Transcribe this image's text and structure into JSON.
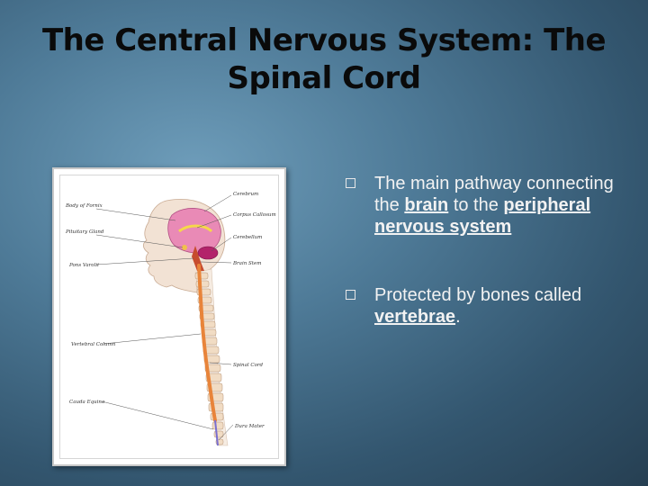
{
  "slide": {
    "title_line1": "The Central Nervous System: The",
    "title_line2": "Spinal Cord"
  },
  "figure": {
    "labels": {
      "body_of_fornix": "Body of Fornix",
      "pituitary_gland": "Pituitary Gland",
      "pons_varolii": "Pons Varolii",
      "vertebral_column": "Vertebral Column",
      "cauda_equina": "Cauda Equina",
      "cerebrum": "Cerebrum",
      "corpus_callosum": "Corpus Callosum",
      "cerebellum": "Cerebellum",
      "brain_stem": "Brain Stem",
      "spinal_cord": "Spinal Cord",
      "dura_mater": "Dura Mater"
    }
  },
  "bullets": [
    {
      "before": "The main pathway connecting the ",
      "kw1": "brain",
      "middle": " to the ",
      "kw2": "peripheral nervous system",
      "after": ""
    },
    {
      "before": "Protected by bones called ",
      "kw1": "vertebrae",
      "after": "."
    }
  ],
  "colors": {
    "background": "#4e7a97",
    "text": "#f2f2f2",
    "title": "#0a0a0a",
    "spinal_cord": "#e8843a",
    "brain": "#e67fb0"
  }
}
